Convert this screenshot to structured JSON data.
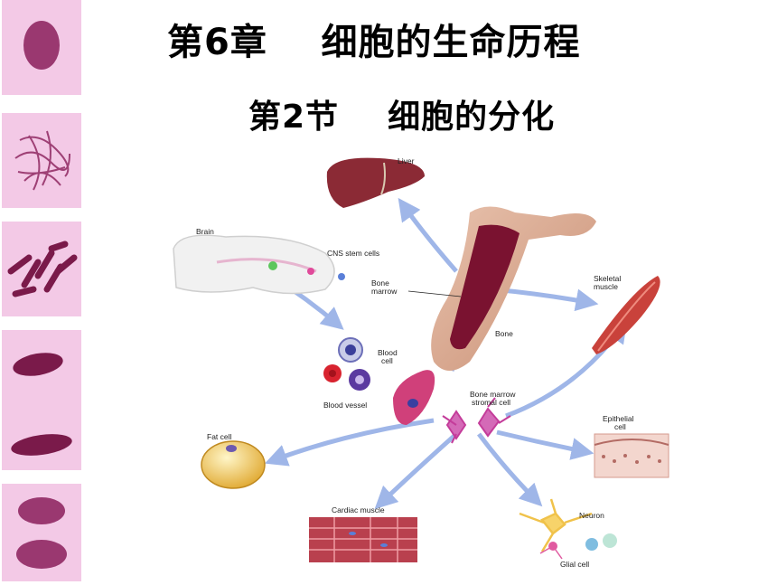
{
  "slide": {
    "title": "第6章    细胞的生命历程",
    "subtitle": "第2节    细胞的分化"
  },
  "diagram": {
    "labels": {
      "liver": "Liver",
      "brain": "Brain",
      "cns": "CNS stem cells",
      "bone_marrow_1": "Bone",
      "bone_marrow_2": "marrow",
      "skeletal_1": "Skeletal",
      "skeletal_2": "muscle",
      "bone": "Bone",
      "blood_cell_1": "Blood",
      "blood_cell_2": "cell",
      "blood_vessel": "Blood vessel",
      "stromal_1": "Bone marrow",
      "stromal_2": "stromal cell",
      "epithelial_1": "Epithelial",
      "epithelial_2": "cell",
      "fat": "Fat cell",
      "cardiac": "Cardiac muscle",
      "neuron": "Neuron",
      "glial": "Glial cell"
    }
  },
  "colors": {
    "panel_bg": "#f3c9e6",
    "chromosome": "#8a1f5a",
    "arrow": "#9fb6e8",
    "bone": "#d9a98f",
    "marrow": "#7a1230"
  }
}
